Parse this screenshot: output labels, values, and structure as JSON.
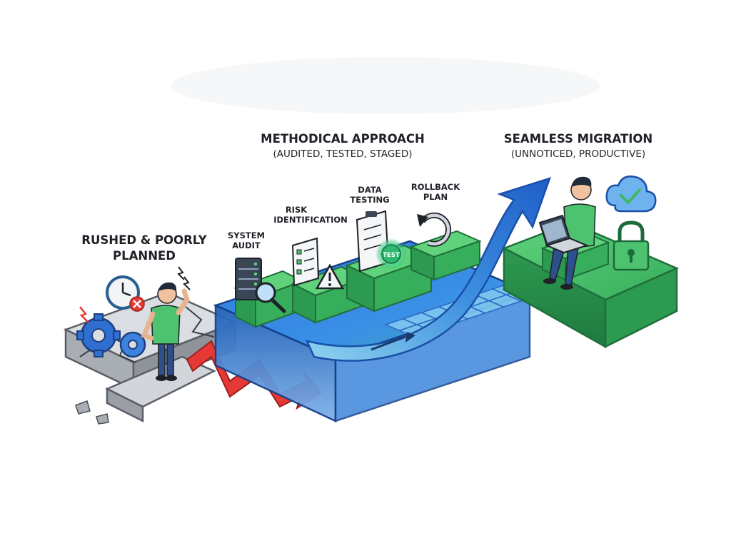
{
  "stages": {
    "rushed": {
      "title_line1": "RUSHED & POORLY",
      "title_line2": "PLANNED"
    },
    "methodical": {
      "title": "METHODICAL APPROACH",
      "subtitle": "(AUDITED, TESTED, STAGED)",
      "steps": [
        {
          "line1": "SYSTEM",
          "line2": "AUDIT"
        },
        {
          "line1": "RISK",
          "line2": "IDENTIFICATION"
        },
        {
          "line1": "DATA",
          "line2": "TESTING"
        },
        {
          "line1": "ROLLBACK",
          "line2": "PLAN"
        }
      ],
      "test_badge": "TEST"
    },
    "seamless": {
      "title": "SEAMLESS MIGRATION",
      "subtitle": "(UNNOTICED, PRODUCTIVE)"
    }
  },
  "colors": {
    "blue": "#2f6fd0",
    "green": "#3fb765",
    "red": "#e53935",
    "stone": "#c9ccd1",
    "ink": "#1e2127"
  }
}
